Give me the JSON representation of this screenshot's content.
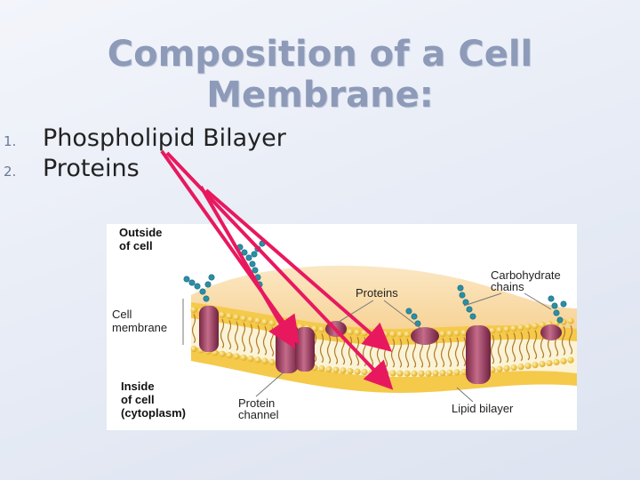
{
  "slide": {
    "title": "Composition of a Cell Membrane:",
    "items": [
      {
        "number": "1.",
        "label": "Phospholipid Bilayer"
      },
      {
        "number": "2.",
        "label": "Proteins"
      }
    ]
  },
  "diagram": {
    "outside_cell": [
      "Outside",
      "of cell"
    ],
    "cell_membrane": [
      "Cell",
      "membrane"
    ],
    "inside_cell": [
      "Inside",
      "of cell",
      "(cytoplasm)"
    ],
    "proteins": "Proteins",
    "carbohydrate_chains": [
      "Carbohydrate",
      "chains"
    ],
    "protein_channel": [
      "Protein",
      "channel"
    ],
    "lipid_bilayer": "Lipid bilayer"
  },
  "colors": {
    "title": "#8d9ab8",
    "arrow": "#e8185f",
    "lipid_head": "#f2c531",
    "protein": "#9b3d5e",
    "carbohydrate": "#2a8fa6"
  }
}
